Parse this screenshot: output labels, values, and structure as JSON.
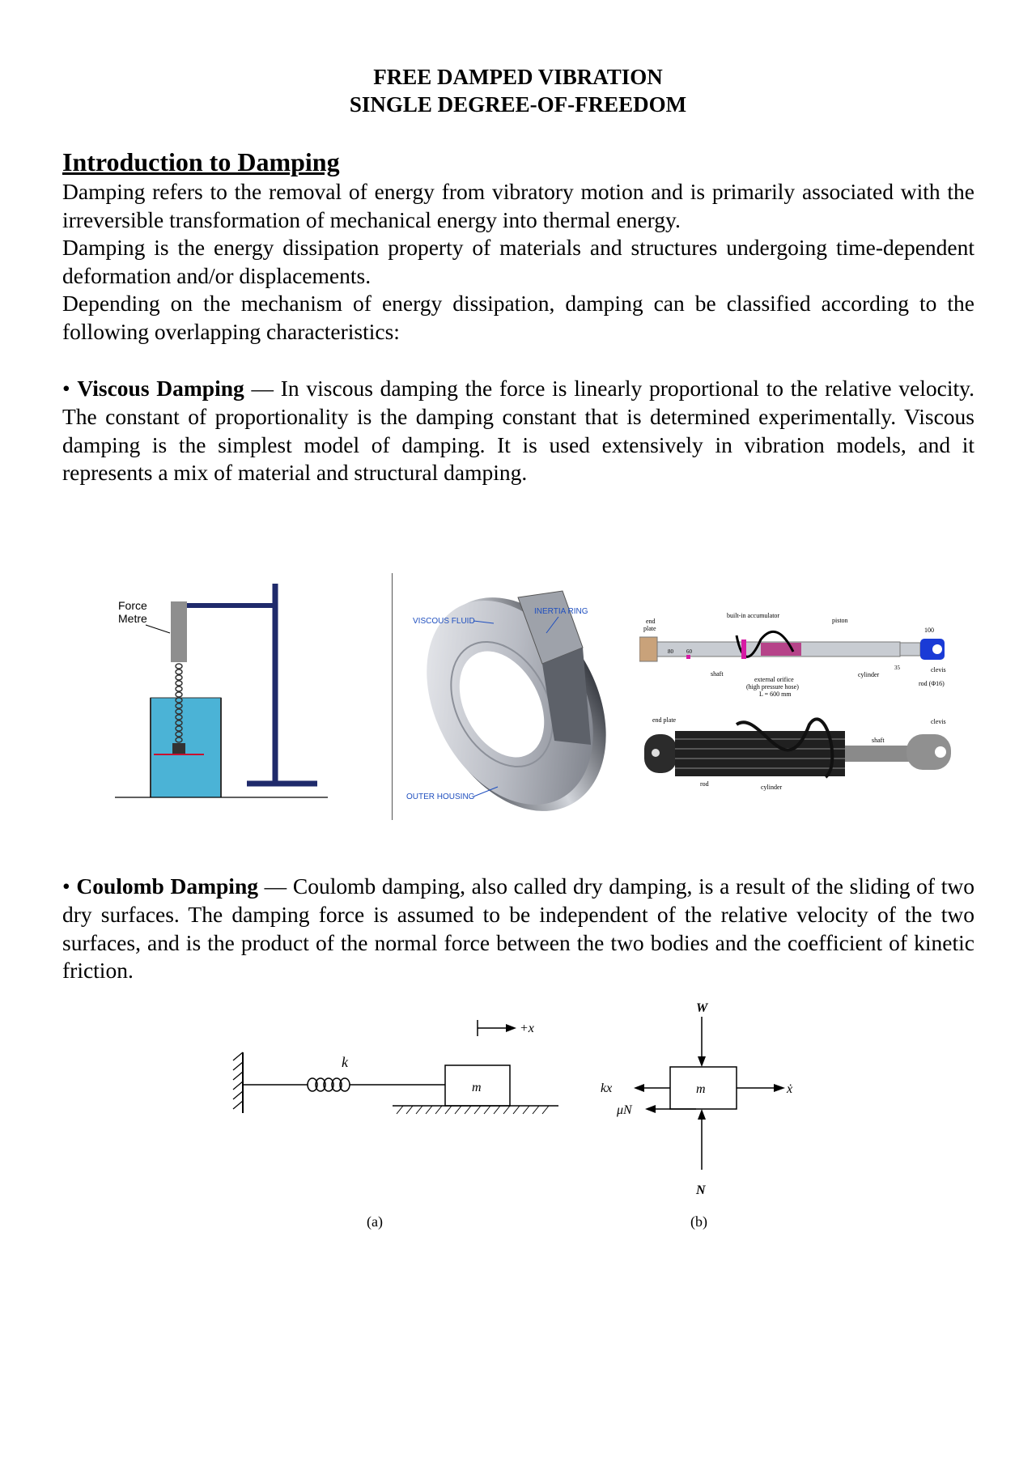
{
  "document": {
    "title_line1": "FREE DAMPED VIBRATION",
    "title_line2": "SINGLE DEGREE-OF-FREEDOM",
    "heading": "Introduction to Damping",
    "intro_paragraph_1": "Damping refers to the removal of energy from vibratory motion and is primarily associated with the irreversible transformation of mechanical energy into thermal energy.",
    "intro_paragraph_2": "Damping is the energy dissipation property of materials and structures undergoing time-dependent deformation and/or displacements.",
    "intro_paragraph_3": "Depending on the mechanism of energy dissipation, damping can be classified according to the following overlapping characteristics:",
    "viscous": {
      "bullet": "•",
      "term": "Viscous Damping",
      "text": " — In viscous damping the force is linearly proportional to the relative velocity. The constant of proportionality is the damping constant that is determined experimentally. Viscous damping is the simplest model of damping. It is used extensively in vibration models, and it represents a mix of material and structural damping."
    },
    "coulomb": {
      "bullet": "•",
      "term": "Coulomb Damping",
      "text": " — Coulomb damping, also called dry damping, is a result of the sliding of two dry surfaces. The damping force is assumed to be independent of the relative velocity of the two surfaces, and is the product of the normal force between the two bodies and the coefficient of kinetic friction."
    }
  },
  "figure_force_metre": {
    "label_line1": "Force",
    "label_line2": "Metre"
  },
  "figure_damper": {
    "viscous_fluid": "VISCOUS FLUID",
    "inertia_ring": "INERTIA RING",
    "outer_housing": "OUTER HOUSING"
  },
  "figure_cylinder": {
    "end_plate_top1": "end",
    "end_plate_top2": "plate",
    "built_in_accumulator": "built-in accumulator",
    "piston": "piston",
    "dim_100": "100",
    "dim_80": "80",
    "dim_60": "60",
    "dim_35": "35",
    "shaft": "shaft",
    "cylinder_top": "cylinder",
    "clevis_top": "clevis",
    "rod_phi16": "rod (Φ16)",
    "external_orifice_1": "external orifice",
    "external_orifice_2": "(high pressure hose)",
    "external_orifice_3": "L = 600 mm",
    "end_plate_bottom": "end plate",
    "shaft_bottom": "shaft",
    "clevis_bottom": "clevis",
    "rod_bottom": "rod",
    "cylinder_bottom": "cylinder"
  },
  "figure_coulomb": {
    "k": "k",
    "m_a": "m",
    "plus_x": "+x",
    "caption_a": "(a)",
    "W": "W",
    "kx": "kx",
    "m_b": "m",
    "xdot": "ẋ",
    "muN": "μN",
    "N": "N",
    "caption_b": "(b)"
  },
  "colors": {
    "stand_navy": "#1f2a6b",
    "water": "#4bb3d6",
    "metre_grey": "#8e8e8e",
    "marker_red": "#c8102e",
    "cylinder_blue": "#1a3bd6",
    "pink": "#d61aa4",
    "label_blue": "#1f4fbf"
  }
}
